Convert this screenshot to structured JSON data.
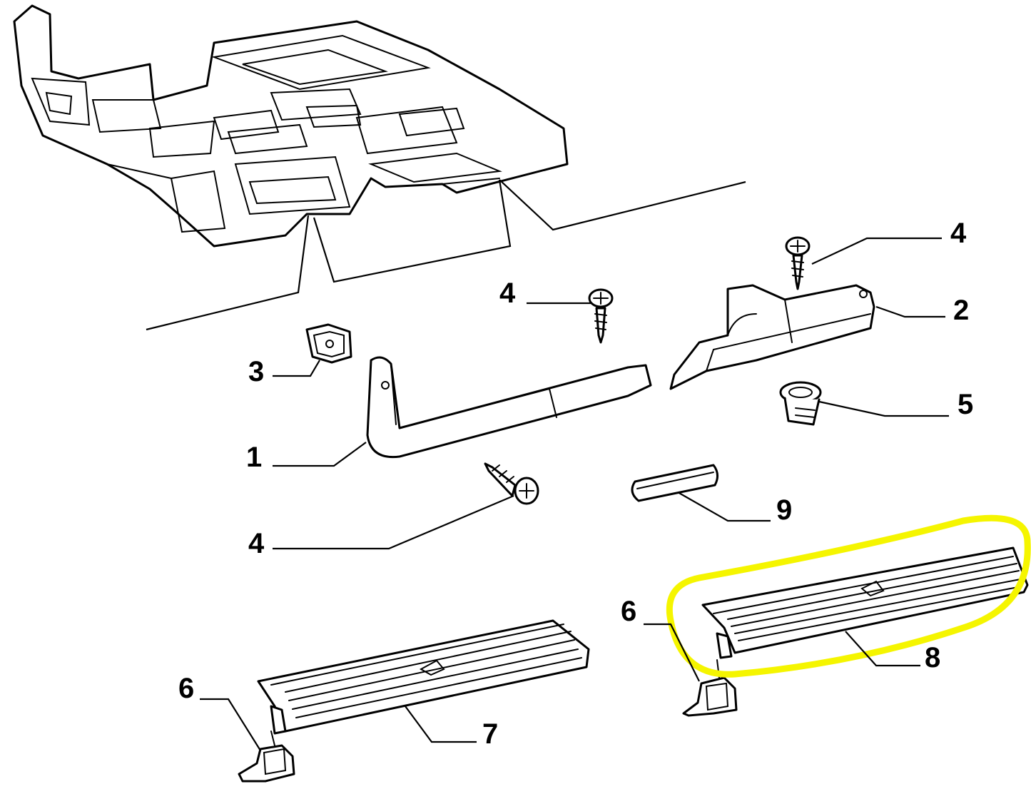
{
  "callouts": [
    {
      "id": "p1",
      "label": "1"
    },
    {
      "id": "p2",
      "label": "2"
    },
    {
      "id": "p3",
      "label": "3"
    },
    {
      "id": "p4a",
      "label": "4"
    },
    {
      "id": "p4b",
      "label": "4"
    },
    {
      "id": "p4c",
      "label": "4"
    },
    {
      "id": "p5",
      "label": "5"
    },
    {
      "id": "p6a",
      "label": "6"
    },
    {
      "id": "p6b",
      "label": "6"
    },
    {
      "id": "p7",
      "label": "7"
    },
    {
      "id": "p8",
      "label": "8"
    },
    {
      "id": "p9",
      "label": "9"
    }
  ],
  "colors": {
    "line": "#000000",
    "background": "#ffffff",
    "highlight": "#f5f500"
  }
}
